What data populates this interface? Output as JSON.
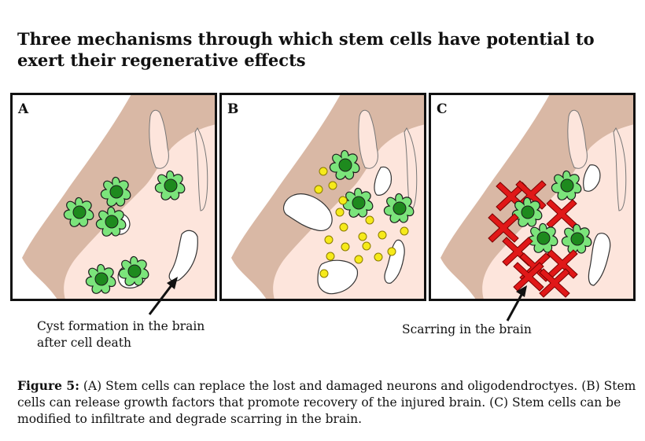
{
  "title": "Three mechanisms through which stem cells have potential to exert their regenerative effects",
  "panels": [
    {
      "letter": "A"
    },
    {
      "letter": "B"
    },
    {
      "letter": "C"
    }
  ],
  "annotations": {
    "cyst_line1": "Cyst formation in the brain",
    "cyst_line2": "after cell death",
    "scarring": "Scarring in the brain"
  },
  "caption": {
    "label": "Figure 5:",
    "text": " (A) Stem cells can replace the lost and damaged neurons and oligodendroctyes. (B) Stem cells can release growth factors that promote recovery of the injured brain. (C) Stem cells can be modified to infiltrate and degrade scarring in the brain."
  },
  "colors": {
    "tissue_outer": "#d9b8a5",
    "tissue_inner": "#fde5dc",
    "stem_cell": "#7be47b",
    "stem_nucleus": "#1e8a1e",
    "growth_factor": "#f6ea1a",
    "scar": "#e01818",
    "cyst": "#ffffff"
  }
}
